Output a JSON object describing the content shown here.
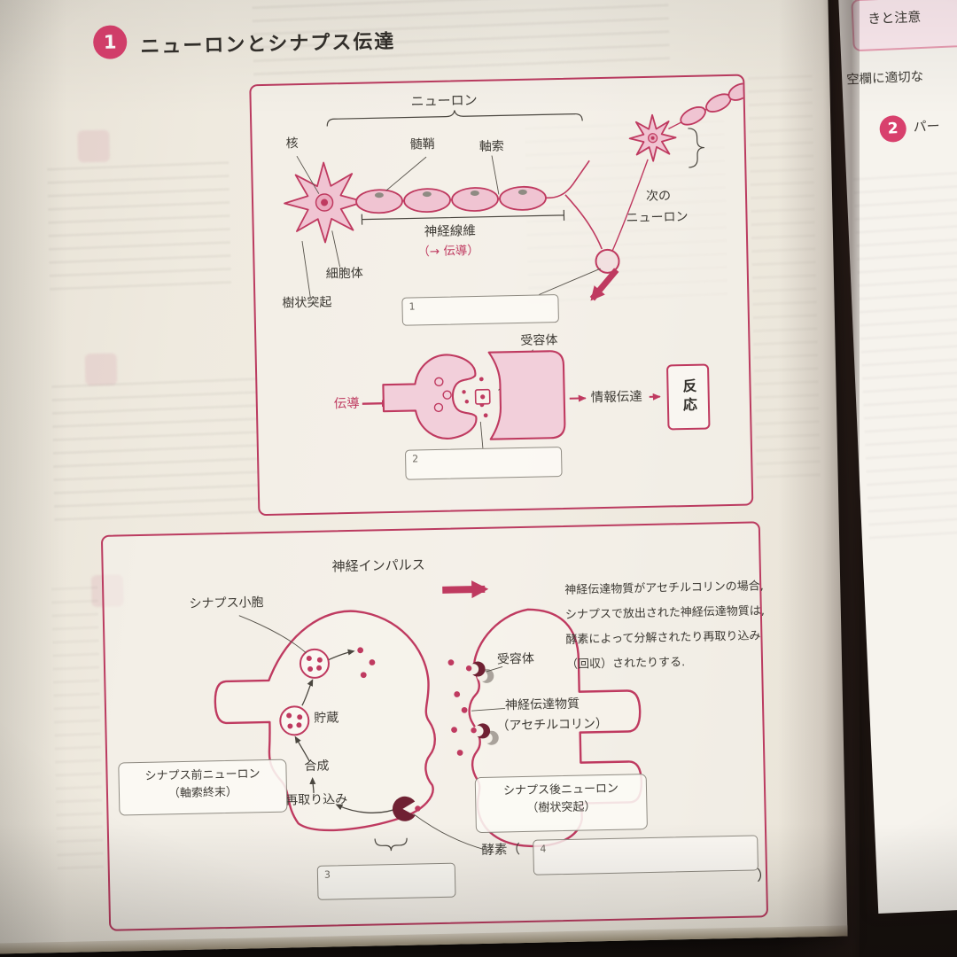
{
  "hd": {
    "number": "1",
    "title": "ニューロンとシナプス伝達"
  },
  "d1": {
    "neuron": "ニューロン",
    "nucleus": "核",
    "myelin": "髄鞘",
    "axon": "軸索",
    "nerve_fiber": "神経線維",
    "conduction_note": "（→ 伝導）",
    "cell_body": "細胞体",
    "dendrites": "樹状突起",
    "next1": "次の",
    "next2": "ニューロン",
    "blank1": "1",
    "receptor": "受容体",
    "conduction": "伝導",
    "transmission": "情報伝達",
    "response": "反応",
    "blank2": "2"
  },
  "d2": {
    "impulse": "神経インパルス",
    "vesicle": "シナプス小胞",
    "storage": "貯蔵",
    "synthesis": "合成",
    "reuptake": "再取り込み",
    "pre1": "シナプス前ニューロン",
    "pre2": "（軸索終末）",
    "receptor": "受容体",
    "transmitter1": "神経伝達物質",
    "transmitter2": "（アセチルコリン）",
    "post1": "シナプス後ニューロン",
    "post2": "（樹状突起）",
    "enzyme": "酵素（",
    "close_paren": "）",
    "blank3": "3",
    "blank4": "4",
    "note1": "神経伝達物質がアセチルコリンの場合,",
    "note2": "シナプスで放出された神経伝達物質は,",
    "note3": "酵素によって分解されたり再取り込み",
    "note4": "（回収）されたりする."
  },
  "rp": {
    "note": "きと注意",
    "instruction": "空欄に適切な",
    "number": "2",
    "title": "パー"
  },
  "colors": {
    "accent": "#bf3a60",
    "paper": "#f0ece4"
  }
}
